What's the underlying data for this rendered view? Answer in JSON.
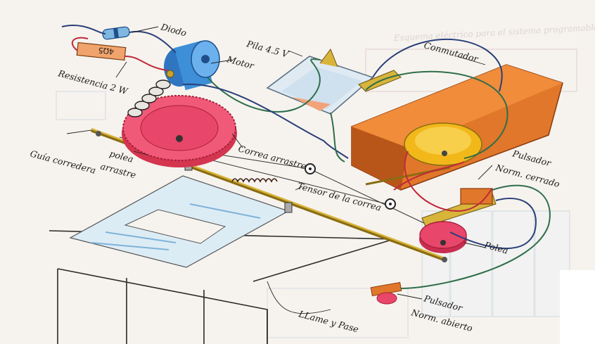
{
  "labels": {
    "diodo": "Diodo",
    "resistencia_valor": "4Ω5",
    "resistencia": "Resistencia 2 W",
    "motor": "Motor",
    "pila": "Pila 4.5 V",
    "conmutador": "Conmutador",
    "guia_corredera": "Guía corredera",
    "polea_arrastre_1": "polea",
    "polea_arrastre_2": "arrastre",
    "correa_arrastre": "Correa arrastre",
    "tensor_correa": "Tensor de la correa",
    "pulsador_nc_1": "Pulsador",
    "pulsador_nc_2": "Norm. cerrado",
    "polea": "Polea",
    "llame_pase": "LLame y Pase",
    "pulsador_na_1": "Pulsador",
    "pulsador_na_2": "Norm. abierto"
  },
  "background_text": {
    "heading": "Esquema eléctrico para el sistema programable"
  },
  "colors": {
    "paper": "#f6f3ee",
    "wood": "#e0772a",
    "wood_dark": "#b8561a",
    "pulley_red": "#e8466a",
    "motor_blue": "#3d8fd8",
    "brass": "#c9a227",
    "wire_green": "#2f6e4a",
    "wire_navy": "#2a3f7a",
    "wire_red": "#c0283a"
  }
}
